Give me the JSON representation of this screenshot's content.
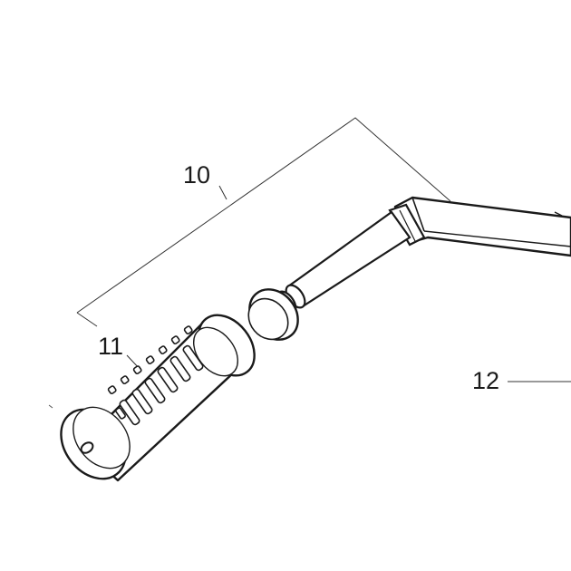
{
  "diagram": {
    "callouts": [
      {
        "id": "10",
        "text": "10"
      },
      {
        "id": "11",
        "text": "11"
      },
      {
        "id": "12",
        "text": "12"
      }
    ],
    "colors": {
      "ink": "#1a1a1a",
      "line": "#333333",
      "paper": "#ffffff"
    }
  }
}
